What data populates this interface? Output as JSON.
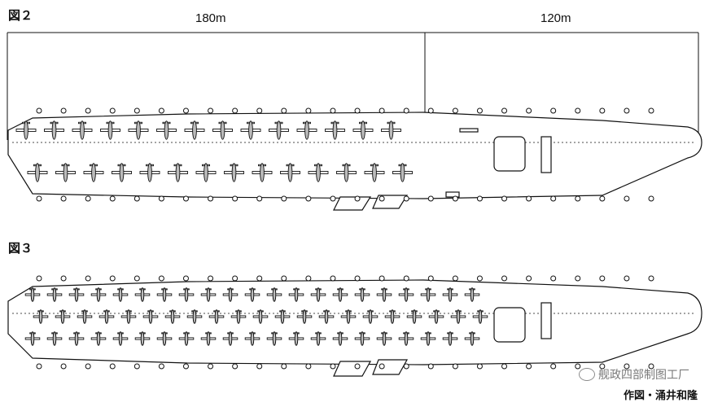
{
  "fig2": {
    "label": "図２",
    "dim_left": "180m",
    "dim_right": "120m"
  },
  "fig3": {
    "label": "図３"
  },
  "credit": "作図・涌井和隆",
  "watermark": {
    "text": "舰政四部制图工厂",
    "icon": "wechat-logo-icon"
  },
  "colors": {
    "line": "#111111",
    "paper": "#ffffff",
    "watermark": "#7a7a7a"
  },
  "fig2_aircraft": {
    "rows": 2,
    "per_row": 14
  },
  "fig3_aircraft": {
    "rows": 3,
    "per_row": 21
  }
}
